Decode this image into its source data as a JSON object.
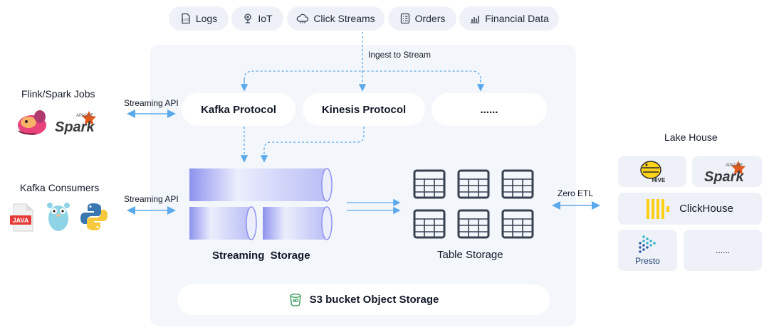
{
  "sources": [
    {
      "label": "Logs",
      "icon": "log-file-icon"
    },
    {
      "label": "IoT",
      "icon": "iot-icon"
    },
    {
      "label": "Click Streams",
      "icon": "cloud-icon"
    },
    {
      "label": "Orders",
      "icon": "orders-list-icon"
    },
    {
      "label": "Financial Data",
      "icon": "bar-chart-icon"
    }
  ],
  "ingest_label": "Ingest to Stream",
  "protocols": {
    "kafka": "Kafka Protocol",
    "kinesis": "Kinesis Protocol",
    "more": "......"
  },
  "left": {
    "jobs_title": "Flink/Spark Jobs",
    "streaming_api_top": "Streaming API",
    "consumers_title": "Kafka Consumers",
    "streaming_api_bottom": "Streaming API",
    "java_label": "JAVA",
    "spark_apache": "APACHE",
    "spark_word": "Spark"
  },
  "storage": {
    "streaming": "Streaming  Storage",
    "table": "Table Storage",
    "s3": "S3 bucket Object Storage"
  },
  "right": {
    "zero_etl": "Zero ETL",
    "lake_title": "Lake House",
    "hive": "HIVE",
    "spark_apache": "APACHE",
    "spark_word": "Spark",
    "clickhouse": "ClickHouse",
    "presto": "Presto",
    "more": "......"
  },
  "colors": {
    "arrow": "#5aa9ea",
    "panel_bg": "#f3f6fb",
    "pill_bg": "#eef2f8",
    "cylinder_light": "#eef0fd",
    "cylinder_dark": "#8e93ee",
    "table_icon": "#374151",
    "spark_orange": "#e25a1c",
    "clickhouse_yellow": "#fbcf14",
    "presto_teal": "#37b3c9"
  }
}
